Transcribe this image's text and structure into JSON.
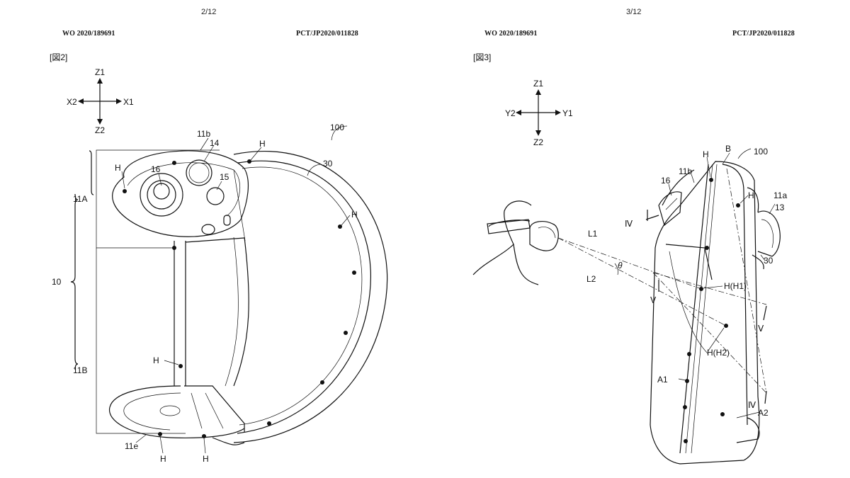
{
  "left_page": {
    "page_number": "2/12",
    "publication_number": "WO 2020/189691",
    "application_number": "PCT/JP2020/011828",
    "figure_label": "[図2]",
    "axes": {
      "up": "Z1",
      "down": "Z2",
      "left": "X2",
      "right": "X1"
    },
    "labels": {
      "device": "100",
      "ring": "30",
      "top_face": "11b",
      "button_14": "14",
      "button_15": "15",
      "stick_16": "16",
      "upper_part": "11A",
      "lower_part": "11B",
      "body": "10",
      "bottom_edge": "11e",
      "marker": "H"
    }
  },
  "right_page": {
    "page_number": "3/12",
    "publication_number": "WO 2020/189691",
    "application_number": "PCT/JP2020/011828",
    "figure_label": "[図3]",
    "axes": {
      "up": "Z1",
      "down": "Z2",
      "left": "Y2",
      "right": "Y1"
    },
    "labels": {
      "device": "100",
      "boundary": "B",
      "marker": "H",
      "top_face": "11b",
      "stick_16": "16",
      "front_face": "11a",
      "trigger_13": "13",
      "ring": "30",
      "section_iv": "Ⅳ",
      "section_v": "Ⅴ",
      "line_l1": "L1",
      "line_l2": "L2",
      "angle": "θ",
      "marker_h1": "H(H1)",
      "marker_h2": "H(H2)",
      "area_a1": "A1",
      "area_a2": "A2"
    }
  }
}
